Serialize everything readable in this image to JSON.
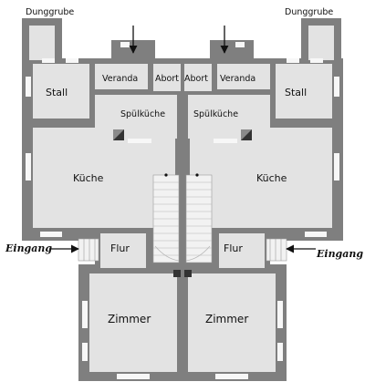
{
  "plan": {
    "colors": {
      "wall": "#7f7f7f",
      "floor": "#e3e3e3",
      "window": "#f7f7f7",
      "stairs": "#f2f2f2",
      "dark": "#333333"
    },
    "labels": {
      "dunggrube_left": "Dunggrube",
      "dunggrube_right": "Dunggrube",
      "stall_left": "Stall",
      "stall_right": "Stall",
      "veranda_left": "Veranda",
      "veranda_right": "Veranda",
      "abort_left": "Abort",
      "abort_right": "Abort",
      "spuelkueche_left": "Spülküche",
      "spuelkueche_right": "Spülküche",
      "kueche_left": "Küche",
      "kueche_right": "Küche",
      "flur_left": "Flur",
      "flur_right": "Flur",
      "zimmer_left": "Zimmer",
      "zimmer_right": "Zimmer",
      "eingang_left": "Eingang",
      "eingang_right": "Eingang"
    }
  }
}
